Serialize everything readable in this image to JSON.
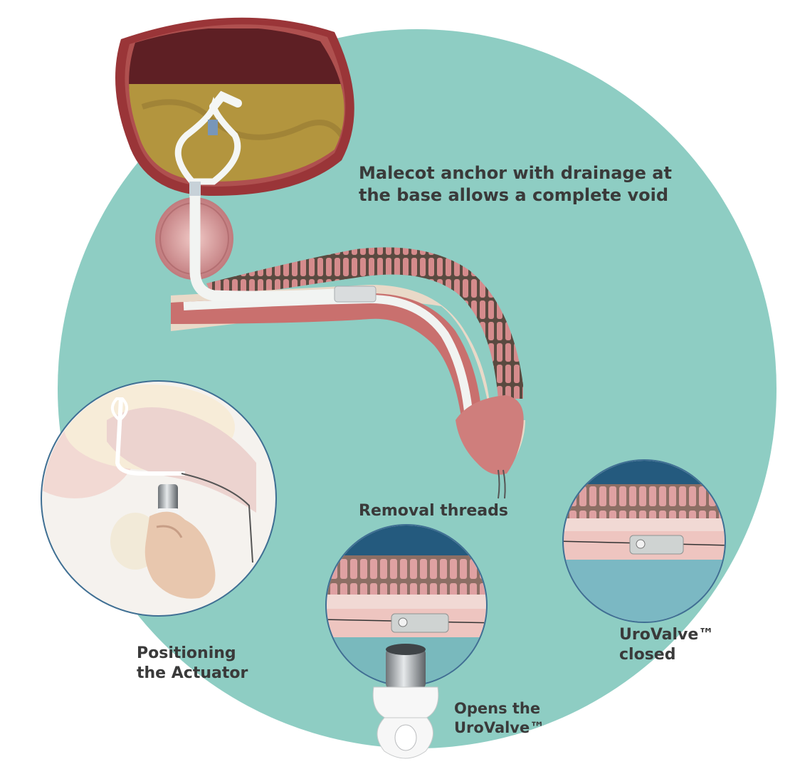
{
  "colors": {
    "background_circle": "#8ecdc3",
    "bladder_wall": "#8b2f33",
    "urine": "#b3953e",
    "penile_tissue": "#c9706e",
    "catheter": "#eef0ee",
    "text": "#3a3a3a"
  },
  "labels": {
    "malecot": {
      "line1": "Malecot anchor with drainage at",
      "line2": "the base allows a complete void"
    },
    "removal": "Removal threads",
    "positioning": {
      "line1": "Positioning",
      "line2": "the Actuator"
    },
    "opens": {
      "line1": "Opens the",
      "line2": "UroValve™"
    },
    "closed": {
      "line1": "UroValve™",
      "line2": "closed"
    }
  }
}
